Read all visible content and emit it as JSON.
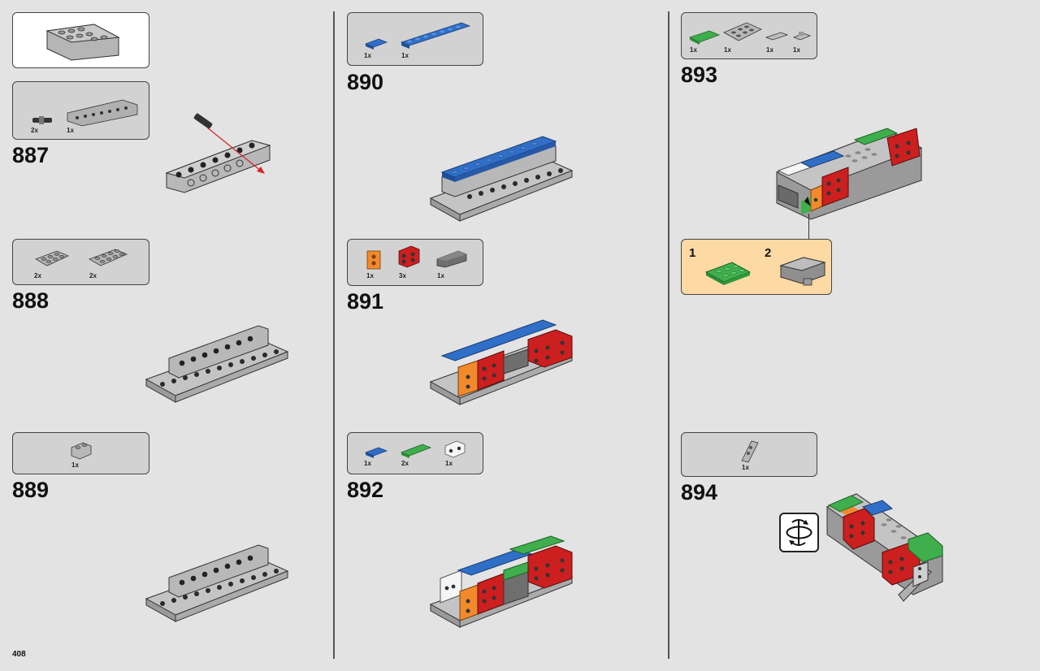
{
  "page": {
    "number": "408"
  },
  "steps": [
    {
      "number": "887",
      "parts": [
        {
          "qty": "2x",
          "icon": "axle-pin-icon"
        },
        {
          "qty": "1x",
          "icon": "technic-brick-1x8-gray-icon"
        }
      ]
    },
    {
      "number": "888",
      "parts": [
        {
          "qty": "2x",
          "icon": "plate-2x3-gray-icon"
        },
        {
          "qty": "2x",
          "icon": "plate-2x4-gray-icon"
        }
      ]
    },
    {
      "number": "889",
      "parts": [
        {
          "qty": "1x",
          "icon": "brick-1x2-gray-icon"
        }
      ]
    },
    {
      "number": "890",
      "parts": [
        {
          "qty": "1x",
          "icon": "plate-1x2-blue-icon"
        },
        {
          "qty": "1x",
          "icon": "plate-1x8-blue-icon"
        }
      ]
    },
    {
      "number": "891",
      "parts": [
        {
          "qty": "1x",
          "icon": "brick-orange-studs-side-icon"
        },
        {
          "qty": "3x",
          "icon": "brick-red-studs-side-icon"
        },
        {
          "qty": "1x",
          "icon": "brick-1x4-darkgray-icon"
        }
      ]
    },
    {
      "number": "892",
      "parts": [
        {
          "qty": "1x",
          "icon": "plate-1x2-blue-icon"
        },
        {
          "qty": "2x",
          "icon": "plate-1x4-green-icon"
        },
        {
          "qty": "1x",
          "icon": "brick-white-studs-side-icon"
        }
      ]
    },
    {
      "number": "893",
      "parts": [
        {
          "qty": "1x",
          "icon": "plate-2x3-green-icon"
        },
        {
          "qty": "1x",
          "icon": "plate-3x4-gray-icon"
        },
        {
          "qty": "1x",
          "icon": "tile-grille-gray-icon"
        },
        {
          "qty": "1x",
          "icon": "clip-plate-gray-icon"
        }
      ],
      "callout": {
        "substeps": [
          {
            "number": "1",
            "icon": "plate-green-icon"
          },
          {
            "number": "2",
            "icon": "clip-assembly-icon"
          }
        ]
      }
    },
    {
      "number": "894",
      "parts": [
        {
          "qty": "1x",
          "icon": "bracket-gray-icon"
        }
      ],
      "rotate": "rotate-model-icon"
    }
  ],
  "colors": {
    "background": "#e3e3e3",
    "gray": "#a8a8a8",
    "blue": "#2f6fc8",
    "red": "#cc1f1f",
    "green": "#3fae4c",
    "orange": "#f28a2c",
    "white": "#f5f5f5",
    "callout": "#fdd9a4",
    "arrow": "#d8262a"
  }
}
